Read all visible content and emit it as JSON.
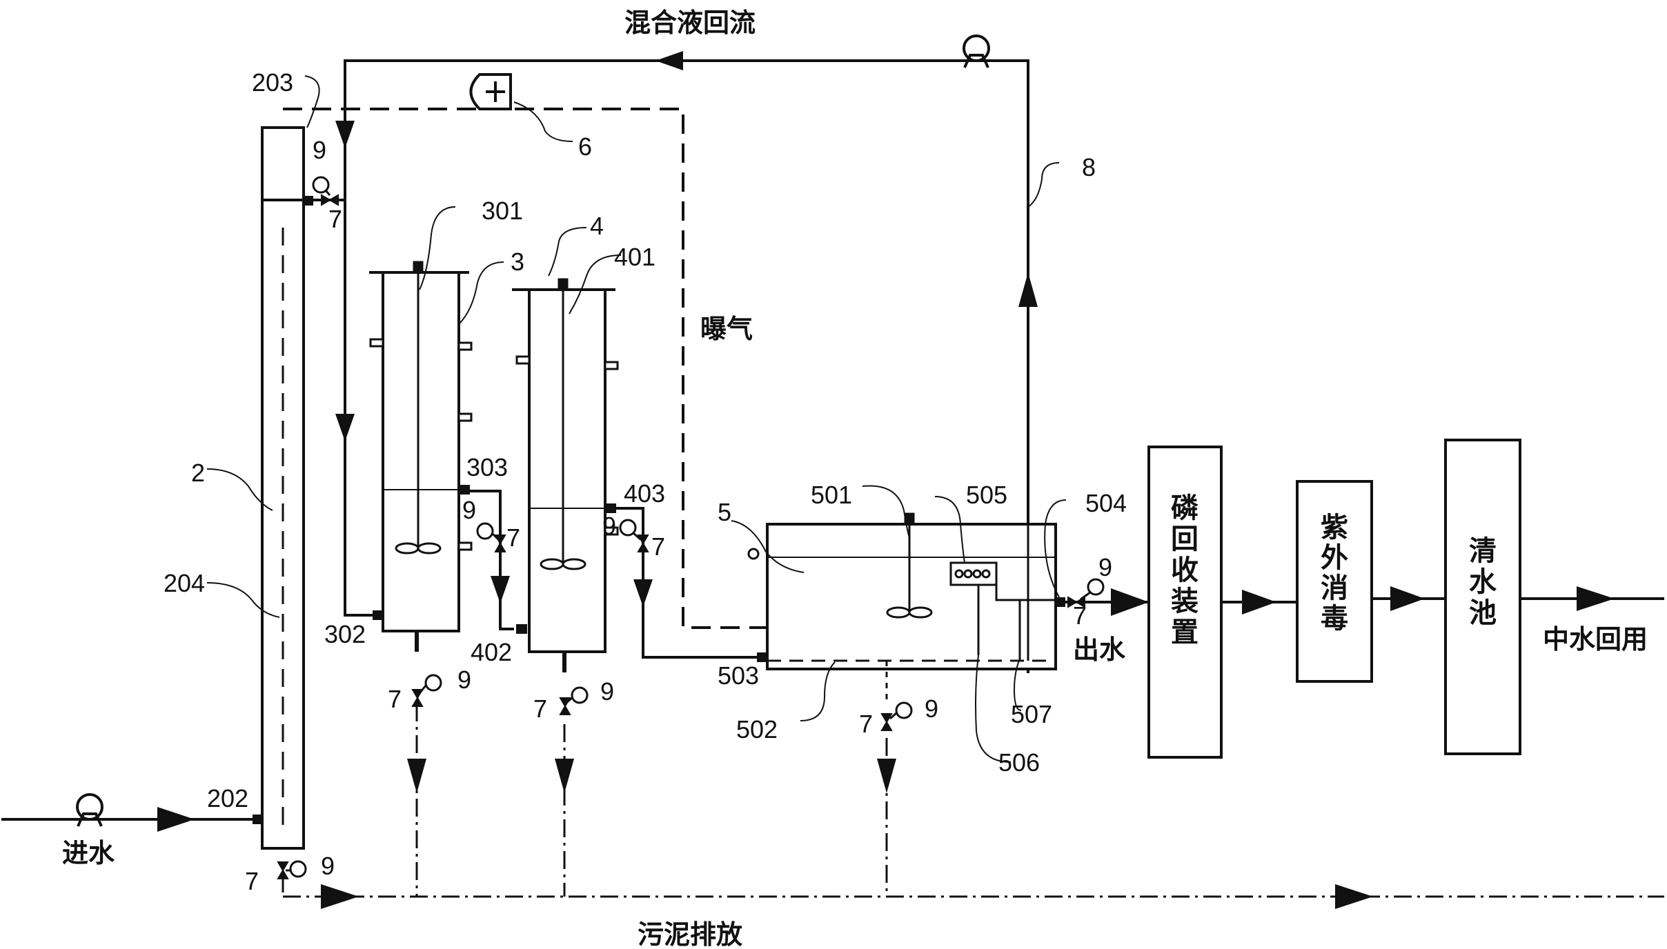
{
  "labels": {
    "mixed_liquor_return": "混合液回流",
    "aeration": "曝气",
    "water_inlet": "进水",
    "water_outlet": "出水",
    "sludge_discharge": "污泥排放",
    "reclaimed_water_reuse": "中水回用"
  },
  "boxes": {
    "phosphorus_recovery": [
      "磷",
      "回",
      "收",
      "装",
      "置"
    ],
    "uv_disinfection": [
      "紫",
      "外",
      "消",
      "毒"
    ],
    "clear_water_tank": [
      "清",
      "水",
      "池"
    ]
  },
  "refs": {
    "r203": "203",
    "r6": "6",
    "r9a": "9",
    "r7a": "7",
    "r8": "8",
    "r301": "301",
    "r4": "4",
    "r3": "3",
    "r401": "401",
    "r2": "2",
    "r303": "303",
    "r403": "403",
    "r9b": "9",
    "r7b": "7",
    "r9c": "9",
    "r7c": "7",
    "r5": "5",
    "r501": "501",
    "r505": "505",
    "r504": "504",
    "r9d": "9",
    "r7d": "7",
    "r204": "204",
    "r302": "302",
    "r402": "402",
    "r503": "503",
    "r502": "502",
    "r507": "507",
    "r506": "506",
    "r7e": "7",
    "r9e": "9",
    "r7f": "7",
    "r9f": "9",
    "r7g": "7",
    "r9g": "9",
    "r202": "202",
    "r7h": "7",
    "r9h": "9"
  }
}
